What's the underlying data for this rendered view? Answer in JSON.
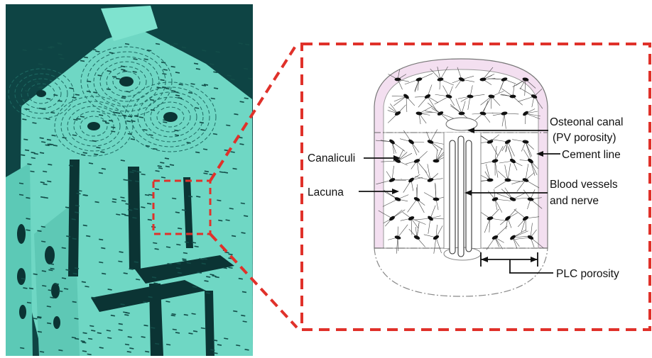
{
  "colors": {
    "micrograph_dark": "#0d3d3d",
    "micrograph_light": "#6fd7c4",
    "zoom_box": "#e0312a",
    "osteon_fill": "#f3dff0",
    "ink": "#111111"
  },
  "labels": {
    "osteonal_canal_line1": "Osteonal canal",
    "osteonal_canal_line2": "(PV porosity)",
    "canaliculi": "Canaliculi",
    "cement_line": "Cement line",
    "lacuna": "Lacuna",
    "blood_vessels_line1": "Blood vessels",
    "blood_vessels_line2": "and nerve",
    "plc_porosity": "PLC porosity"
  }
}
